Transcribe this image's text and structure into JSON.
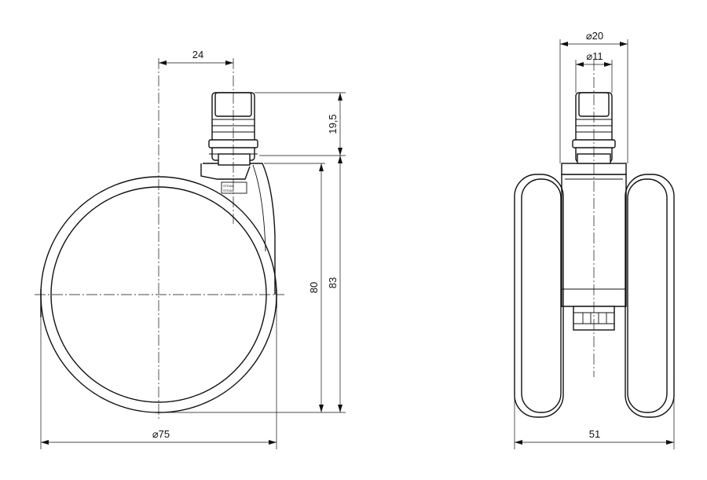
{
  "dimensions": {
    "side": {
      "stem_offset": "24",
      "stem_height": "19,5",
      "wheel_height": "80",
      "total_height": "83",
      "wheel_diameter": "⌀75"
    },
    "front": {
      "housing_diameter": "⌀20",
      "stem_diameter": "⌀11",
      "total_width": "51"
    }
  },
  "badge": {
    "line1": "STEAM",
    "line2": "STEAM"
  }
}
